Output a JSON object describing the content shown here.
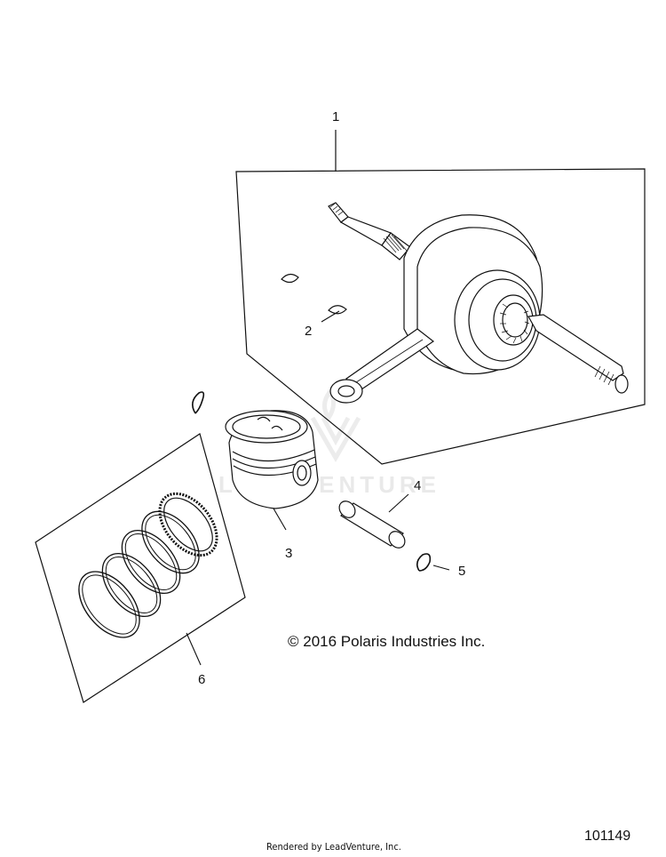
{
  "callouts": {
    "c1": "1",
    "c2": "2",
    "c3": "3",
    "c4": "4",
    "c5": "5",
    "c6": "6"
  },
  "copyright": "© 2016 Polaris Industries Inc.",
  "footer": {
    "rendered_by": "Rendered by LeadVenture, Inc.",
    "diagram_number": "101149"
  },
  "watermark": "LEADVENTURE"
}
